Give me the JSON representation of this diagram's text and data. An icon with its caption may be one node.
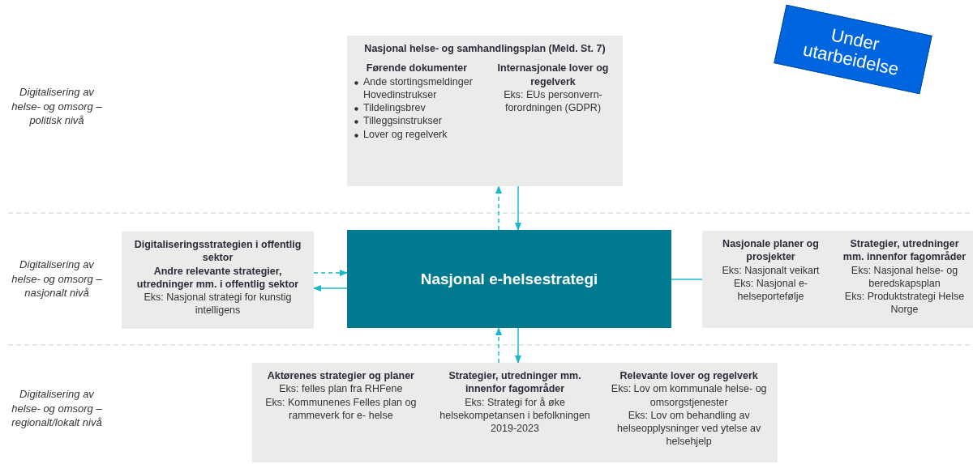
{
  "diagram": {
    "nodes": [
      {
        "text": [
          "Nasjonal helse- og samhandlingsplan (Meld. St. 7)",
          "Førende dokumenter",
          "Ande stortingsmeldinger Hovedinstrukser",
          "Tildelingsbrev",
          "Tilleggsinstrukser",
          "Lover og regelverk",
          "Internasjonale lover og regelverk",
          "Eks: EUs personvern- forordningen (GDPR)"
        ]
      },
      {
        "text": [
          "Digitaliseringsstrategien i offentlig sektor",
          "Andre relevante strategier, utredninger mm. i offentlig sektor",
          "Eks: Nasjonal strategi for kunstig intelligens"
        ]
      },
      {
        "text": [
          "Nasjonal e-helsestrategi"
        ]
      },
      {
        "text": [
          "Nasjonale planer og prosjekter",
          "Eks: Nasjonalt veikart",
          "Eks: Nasjonal e- helseportefølje",
          "Strategier, utredninger mm. innenfor fagområder",
          "Eks: Nasjonal helse- og beredskapsplan",
          "Eks: Produktstrategi Helse Norge"
        ]
      },
      {
        "text": [
          "Aktørenes strategier og planer",
          "Eks: felles plan fra RHFene",
          "Eks: Kommunenes Felles plan og rammeverk for e- helse",
          "Strategier, utredninger mm. innenfor fagområder",
          "Eks: Strategi for å øke helsekompetansen i befolkningen 2019-2023",
          "Relevante lover og regelverk",
          "Eks: Lov om kommunale helse- og omsorgstjenester",
          "Eks: Lov om behandling av helseopplysninger ved ytelse av helsehjelp"
        ]
      },
      {
        "text": [
          "Under utarbeidelse"
        ]
      }
    ],
    "edges": [
      {
        "from": 2,
        "to": 0,
        "arrow": "to",
        "style": "dashed"
      },
      {
        "from": 0,
        "to": 2,
        "arrow": "to"
      },
      {
        "from": 1,
        "to": 2,
        "arrow": "to",
        "style": "dashed"
      },
      {
        "from": 2,
        "to": 1,
        "arrow": "to"
      },
      {
        "from": 2,
        "to": 3,
        "arrow": "none"
      },
      {
        "from": 4,
        "to": 2,
        "arrow": "to",
        "style": "dashed"
      },
      {
        "from": 2,
        "to": 4,
        "arrow": "to"
      }
    ],
    "labels": [
      "Digitalisering av helse- og omsorg – politisk nivå",
      "Digitalisering av helse- og omsorg – nasjonalt nivå",
      "Digitalisering av helse- og omsorg – regionalt/lokalt nivå"
    ]
  }
}
